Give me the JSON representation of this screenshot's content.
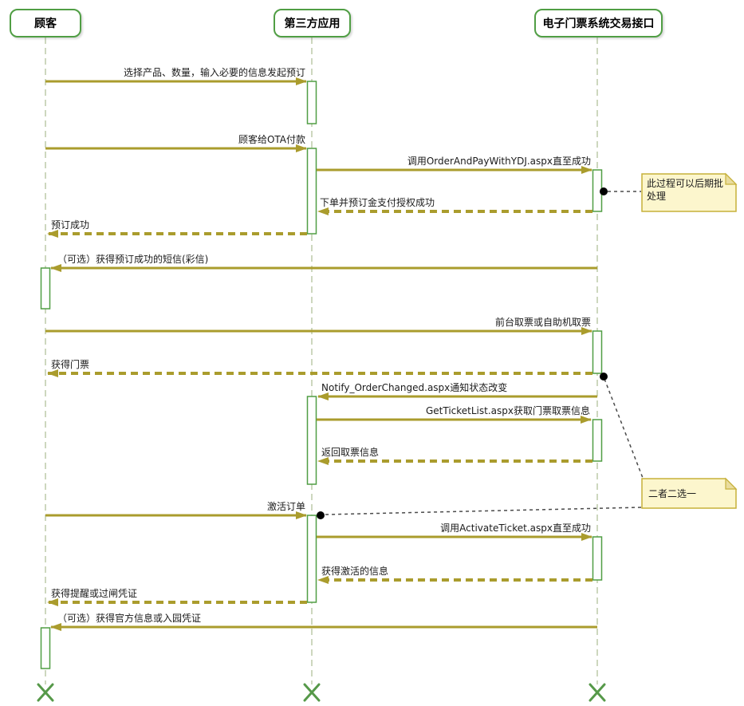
{
  "diagram_type": "uml-sequence-diagram",
  "participants": [
    {
      "name": "顾客"
    },
    {
      "name": "第三方应用"
    },
    {
      "name": "电子门票系统交易接口"
    }
  ],
  "messages": [
    {
      "label": "选择产品、数量，输入必要的信息发起预订",
      "from": "顾客",
      "to": "第三方应用",
      "line": "solid"
    },
    {
      "label": "顾客给OTA付款",
      "from": "顾客",
      "to": "第三方应用",
      "line": "solid"
    },
    {
      "label": "调用OrderAndPayWithYDJ.aspx直至成功",
      "from": "第三方应用",
      "to": "电子门票系统交易接口",
      "line": "solid"
    },
    {
      "label": "下单并预订金支付授权成功",
      "from": "电子门票系统交易接口",
      "to": "第三方应用",
      "line": "dashed"
    },
    {
      "label": "预订成功",
      "from": "第三方应用",
      "to": "顾客",
      "line": "dashed"
    },
    {
      "label": "（可选）获得预订成功的短信(彩信)",
      "from": "电子门票系统交易接口",
      "to": "顾客",
      "line": "solid"
    },
    {
      "label": "前台取票或自助机取票",
      "from": "顾客",
      "to": "电子门票系统交易接口",
      "line": "solid"
    },
    {
      "label": "获得门票",
      "from": "电子门票系统交易接口",
      "to": "顾客",
      "line": "dashed"
    },
    {
      "label": "Notify_OrderChanged.aspx通知状态改变",
      "from": "电子门票系统交易接口",
      "to": "第三方应用",
      "line": "solid"
    },
    {
      "label": "GetTicketList.aspx获取门票取票信息",
      "from": "第三方应用",
      "to": "电子门票系统交易接口",
      "line": "solid"
    },
    {
      "label": "返回取票信息",
      "from": "电子门票系统交易接口",
      "to": "第三方应用",
      "line": "dashed"
    },
    {
      "label": "激活订单",
      "from": "顾客",
      "to": "第三方应用",
      "line": "solid"
    },
    {
      "label": "调用ActivateTicket.aspx直至成功",
      "from": "第三方应用",
      "to": "电子门票系统交易接口",
      "line": "solid"
    },
    {
      "label": "获得激活的信息",
      "from": "电子门票系统交易接口",
      "to": "第三方应用",
      "line": "dashed"
    },
    {
      "label": "获得提醒或过闸凭证",
      "from": "第三方应用",
      "to": "顾客",
      "line": "dashed"
    },
    {
      "label": "（可选）获得官方信息或入园凭证",
      "from": "电子门票系统交易接口",
      "to": "顾客",
      "line": "solid"
    }
  ],
  "notes": [
    {
      "text": "此过程可以后期批处理",
      "attached_to": "电子门票系统交易接口"
    },
    {
      "text": "二者二选一",
      "attached_to": "取票或激活分支"
    }
  ],
  "colors": {
    "arrow": "#AA9C2D",
    "participant_border": "#509E44",
    "lifeline": "#CDD7BE",
    "activation_fill": "#FEFEFE",
    "note_fill": "#FCF6CD",
    "note_border": "#C6B03A",
    "destroy_cross": "#569949",
    "text": "#1b1b1b"
  }
}
